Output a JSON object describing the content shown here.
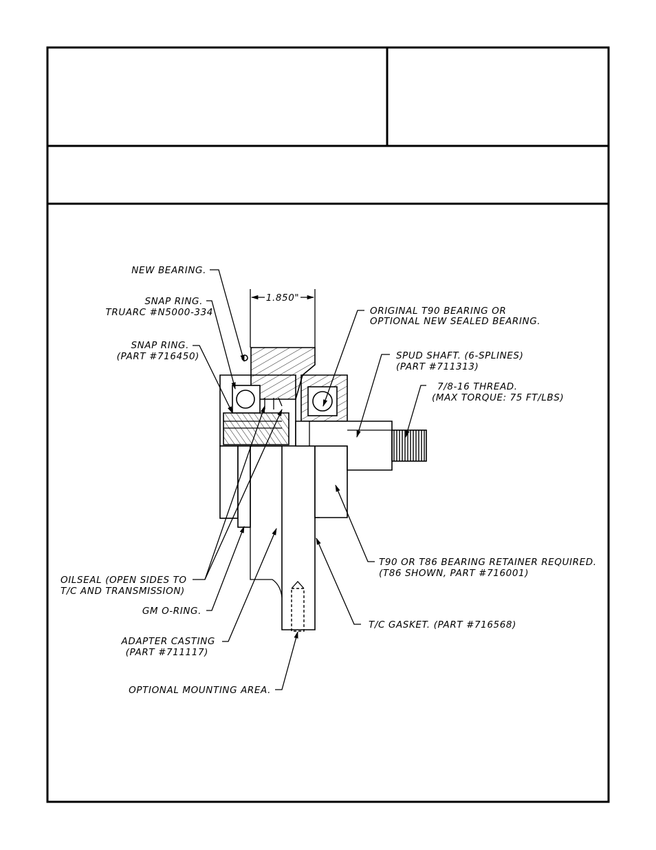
{
  "dimension": {
    "value": "1.850\""
  },
  "callouts": {
    "new_bearing": "NEW BEARING.",
    "snap_ring_truarc": [
      "SNAP RING.",
      "TRUARC #N5000-334"
    ],
    "snap_ring_part": [
      "SNAP RING.",
      "(PART #716450)"
    ],
    "original_bearing": [
      "ORIGINAL T90 BEARING OR",
      "OPTIONAL NEW SEALED BEARING."
    ],
    "spud_shaft": [
      "SPUD SHAFT. (6-SPLINES)",
      "(PART #711313)"
    ],
    "thread": [
      "7/8-16 THREAD.",
      "(MAX TORQUE: 75 FT/LBS)"
    ],
    "oilseal": [
      "OILSEAL (OPEN SIDES TO",
      "T/C AND TRANSMISSION)"
    ],
    "gm_oring": "GM O-RING.",
    "adapter_casting": [
      "ADAPTER CASTING",
      "(PART #711117)"
    ],
    "optional_mounting": "OPTIONAL MOUNTING AREA.",
    "bearing_retainer": [
      "T90 OR T86 BEARING RETAINER REQUIRED.",
      "(T86 SHOWN, PART #716001)"
    ],
    "tc_gasket": "T/C GASKET. (PART #716568)"
  }
}
